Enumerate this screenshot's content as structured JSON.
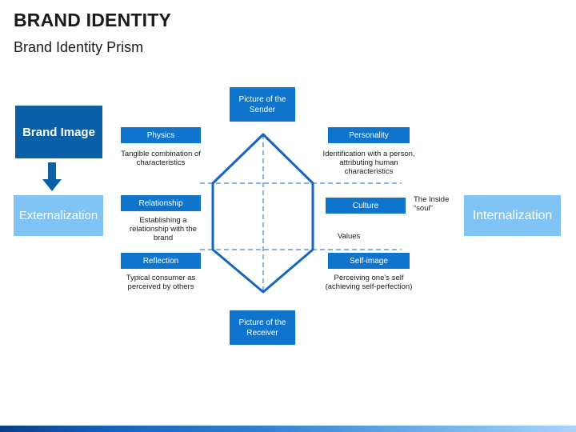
{
  "header": {
    "title": "BRAND IDENTITY",
    "subtitle": "Brand Identity Prism"
  },
  "brand_image": "Brand Image",
  "externalization": "Externalization",
  "internalization": "Internalization",
  "sender": "Picture of the Sender",
  "receiver": "Picture of the Receiver",
  "left": {
    "physics": {
      "label": "Physics",
      "desc": "Tangible combination of characteristics"
    },
    "relationship": {
      "label": "Relationship",
      "desc": "Establishing a relationship with the brand"
    },
    "reflection": {
      "label": "Reflection",
      "desc": "Typical consumer as perceived by others"
    }
  },
  "right": {
    "personality": {
      "label": "Personality",
      "desc": "Identification with a person, attributing human characteristics"
    },
    "culture": {
      "label": "Culture",
      "note": "The Inside “soul”",
      "values": "Values"
    },
    "self_image": {
      "label": "Self-image",
      "desc": "Perceiving one’s self (achieving self-perfection)"
    }
  },
  "colors": {
    "dark_blue": "#0b5fa6",
    "mid_blue": "#0f75cc",
    "light_blue": "#7fc4f5",
    "prism_stroke": "#1565c0"
  }
}
